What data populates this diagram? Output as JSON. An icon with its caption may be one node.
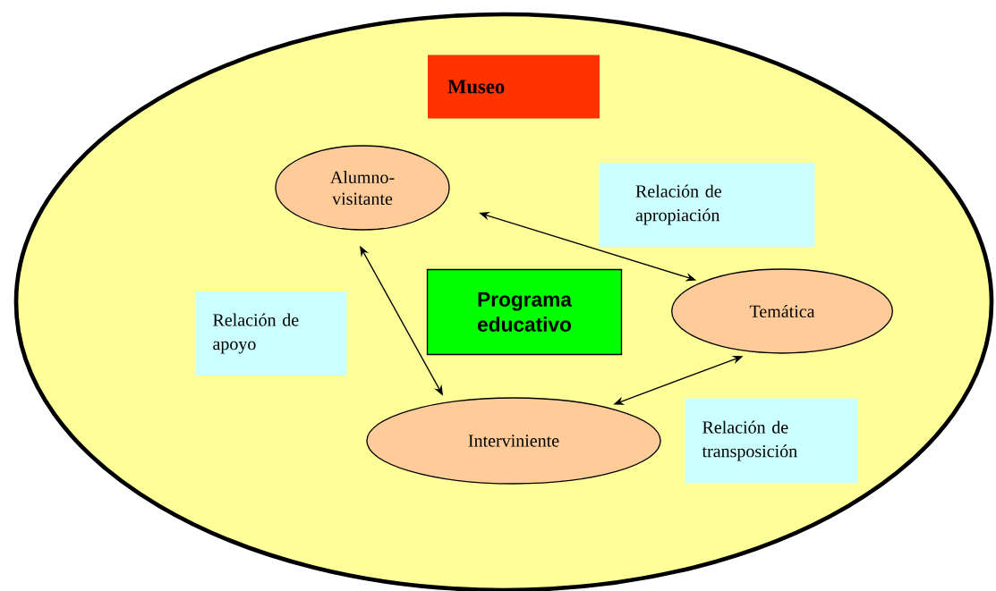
{
  "diagram": {
    "nodes": [
      {
        "text": [],
        "shape": "ellipse"
      },
      {
        "text": [
          "Museo"
        ],
        "in": 0
      },
      {
        "text": [
          "Alumno- visitante"
        ],
        "in": 0
      },
      {
        "text": [
          "Relación de apropiación"
        ],
        "in": 0
      },
      {
        "text": [
          "Programa educativo"
        ],
        "in": 0
      },
      {
        "text": [
          "Temática"
        ],
        "in": 0
      },
      {
        "text": [
          "Relación de apoyo"
        ],
        "in": 0
      },
      {
        "text": [
          "Interviniente"
        ],
        "in": 0
      },
      {
        "text": [
          "Relación de transposición"
        ],
        "in": 0
      }
    ],
    "edges": [
      {
        "from": 2,
        "to": 5,
        "arrow": "both"
      },
      {
        "from": 2,
        "to": 7,
        "arrow": "both"
      },
      {
        "from": 7,
        "to": 5,
        "arrow": "both"
      }
    ]
  }
}
